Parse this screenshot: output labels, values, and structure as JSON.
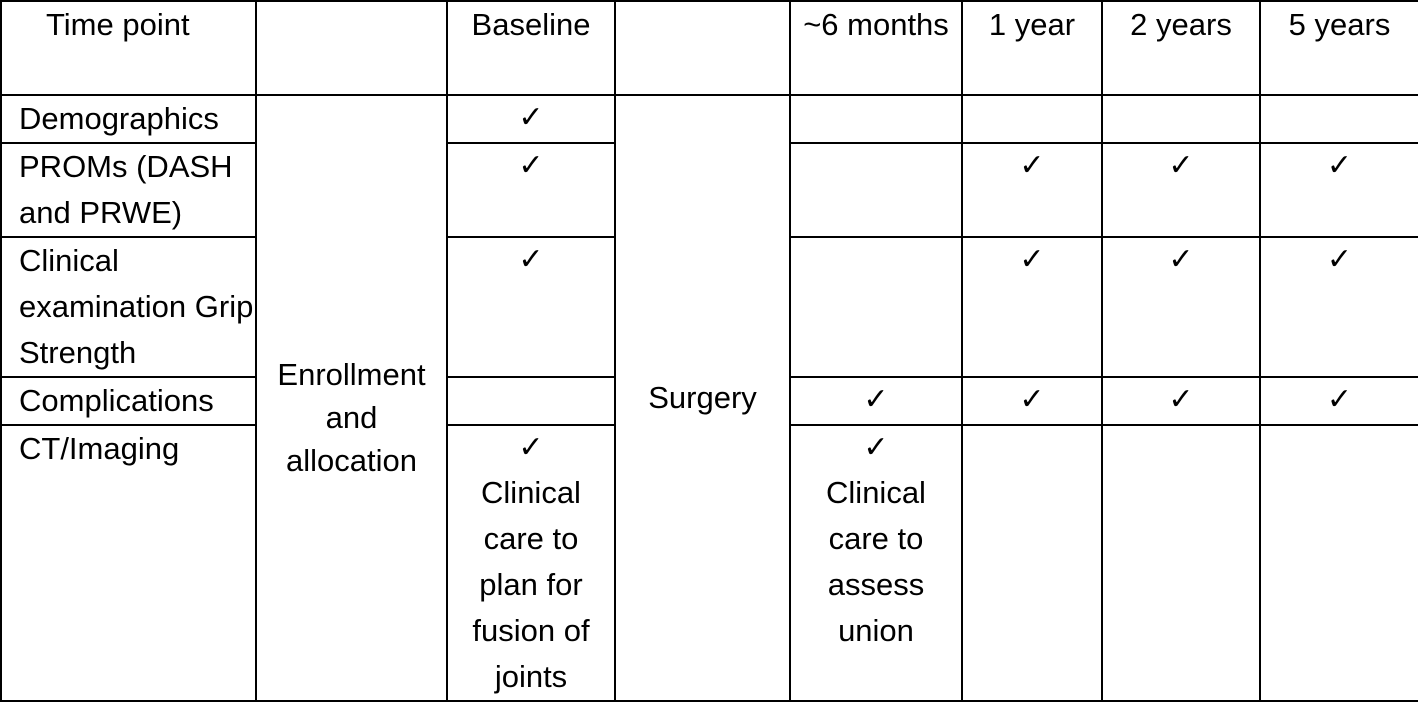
{
  "header": {
    "time_point": "Time point",
    "col_enroll": "",
    "baseline": "Baseline",
    "col_surgery": "",
    "six_months": "~6 months",
    "one_year": "1 year",
    "two_years": "2 years",
    "five_years": "5 years"
  },
  "check_glyph": "✓",
  "merged": {
    "enrollment": "Enrollment and allocation",
    "surgery": "Surgery"
  },
  "rows": [
    {
      "label": "Demographics",
      "baseline": "✓",
      "six_months": "",
      "one_year": "",
      "two_years": "",
      "five_years": ""
    },
    {
      "label": "PROMs (DASH and PRWE)",
      "baseline": "✓",
      "six_months": "",
      "one_year": "✓",
      "two_years": "✓",
      "five_years": "✓"
    },
    {
      "label": "Clinical examination Grip Strength",
      "baseline": "✓",
      "six_months": "",
      "one_year": "✓",
      "two_years": "✓",
      "five_years": "✓"
    },
    {
      "label": "Complications",
      "baseline": "",
      "six_months": "✓",
      "one_year": "✓",
      "two_years": "✓",
      "five_years": "✓"
    },
    {
      "label": "CT/Imaging",
      "baseline": "✓",
      "baseline_note": "Clinical care to plan for fusion of joints",
      "six_months": "✓",
      "six_months_note": "Clinical care to assess union",
      "one_year": "",
      "two_years": "",
      "five_years": ""
    }
  ]
}
